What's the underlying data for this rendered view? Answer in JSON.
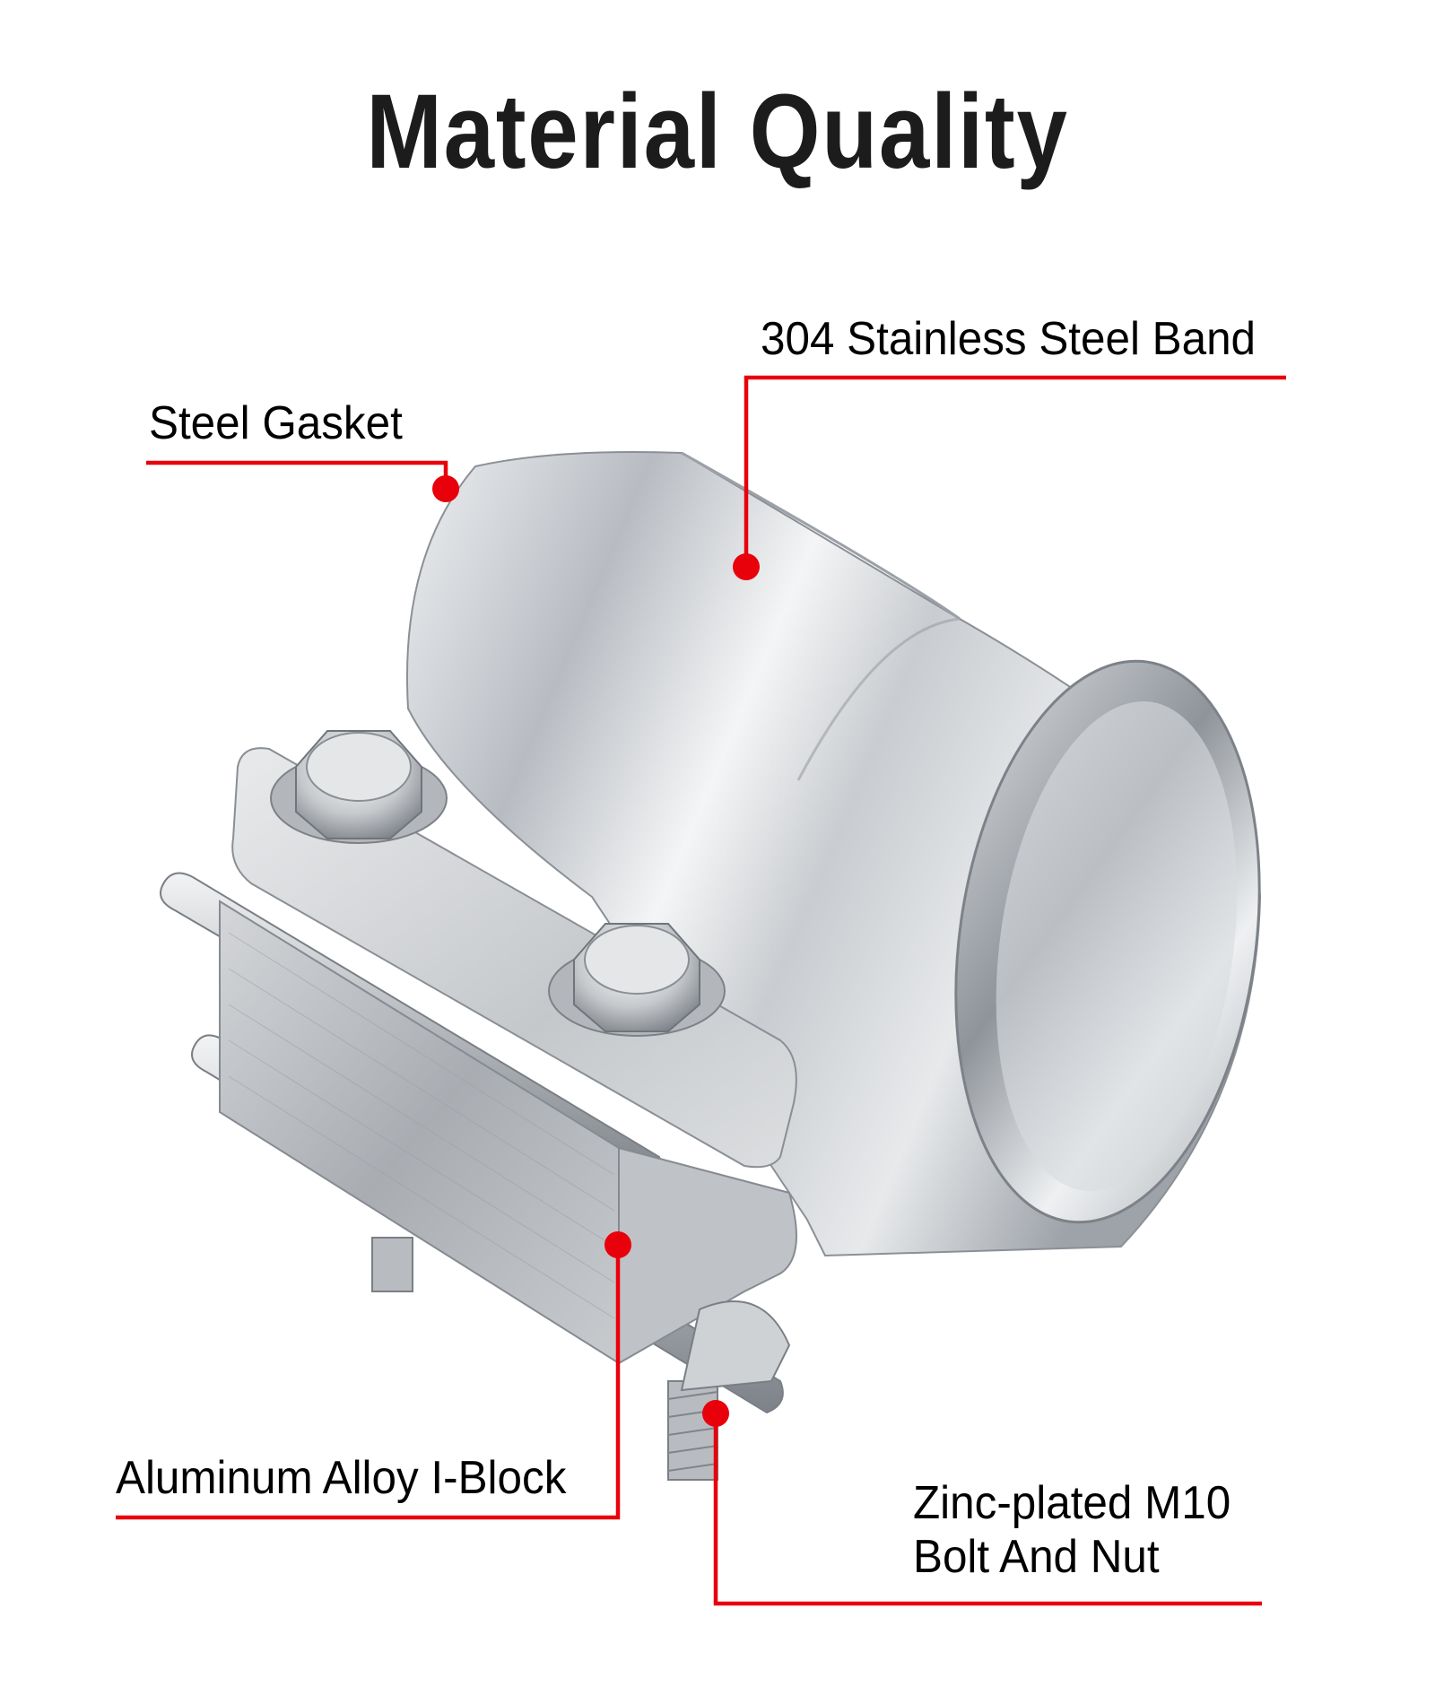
{
  "page": {
    "title": "Material Quality",
    "accent_color": "#e8000b"
  },
  "callouts": [
    {
      "id": "band",
      "label": "304 Stainless Steel Band"
    },
    {
      "id": "gasket",
      "label": "Steel Gasket"
    },
    {
      "id": "iblock",
      "label": "Aluminum Alloy I-Block"
    },
    {
      "id": "bolt",
      "label_line1": "Zinc-plated M10",
      "label_line2": "Bolt And Nut"
    }
  ],
  "product": {
    "name": "exhaust-lap-joint-band-clamp"
  }
}
